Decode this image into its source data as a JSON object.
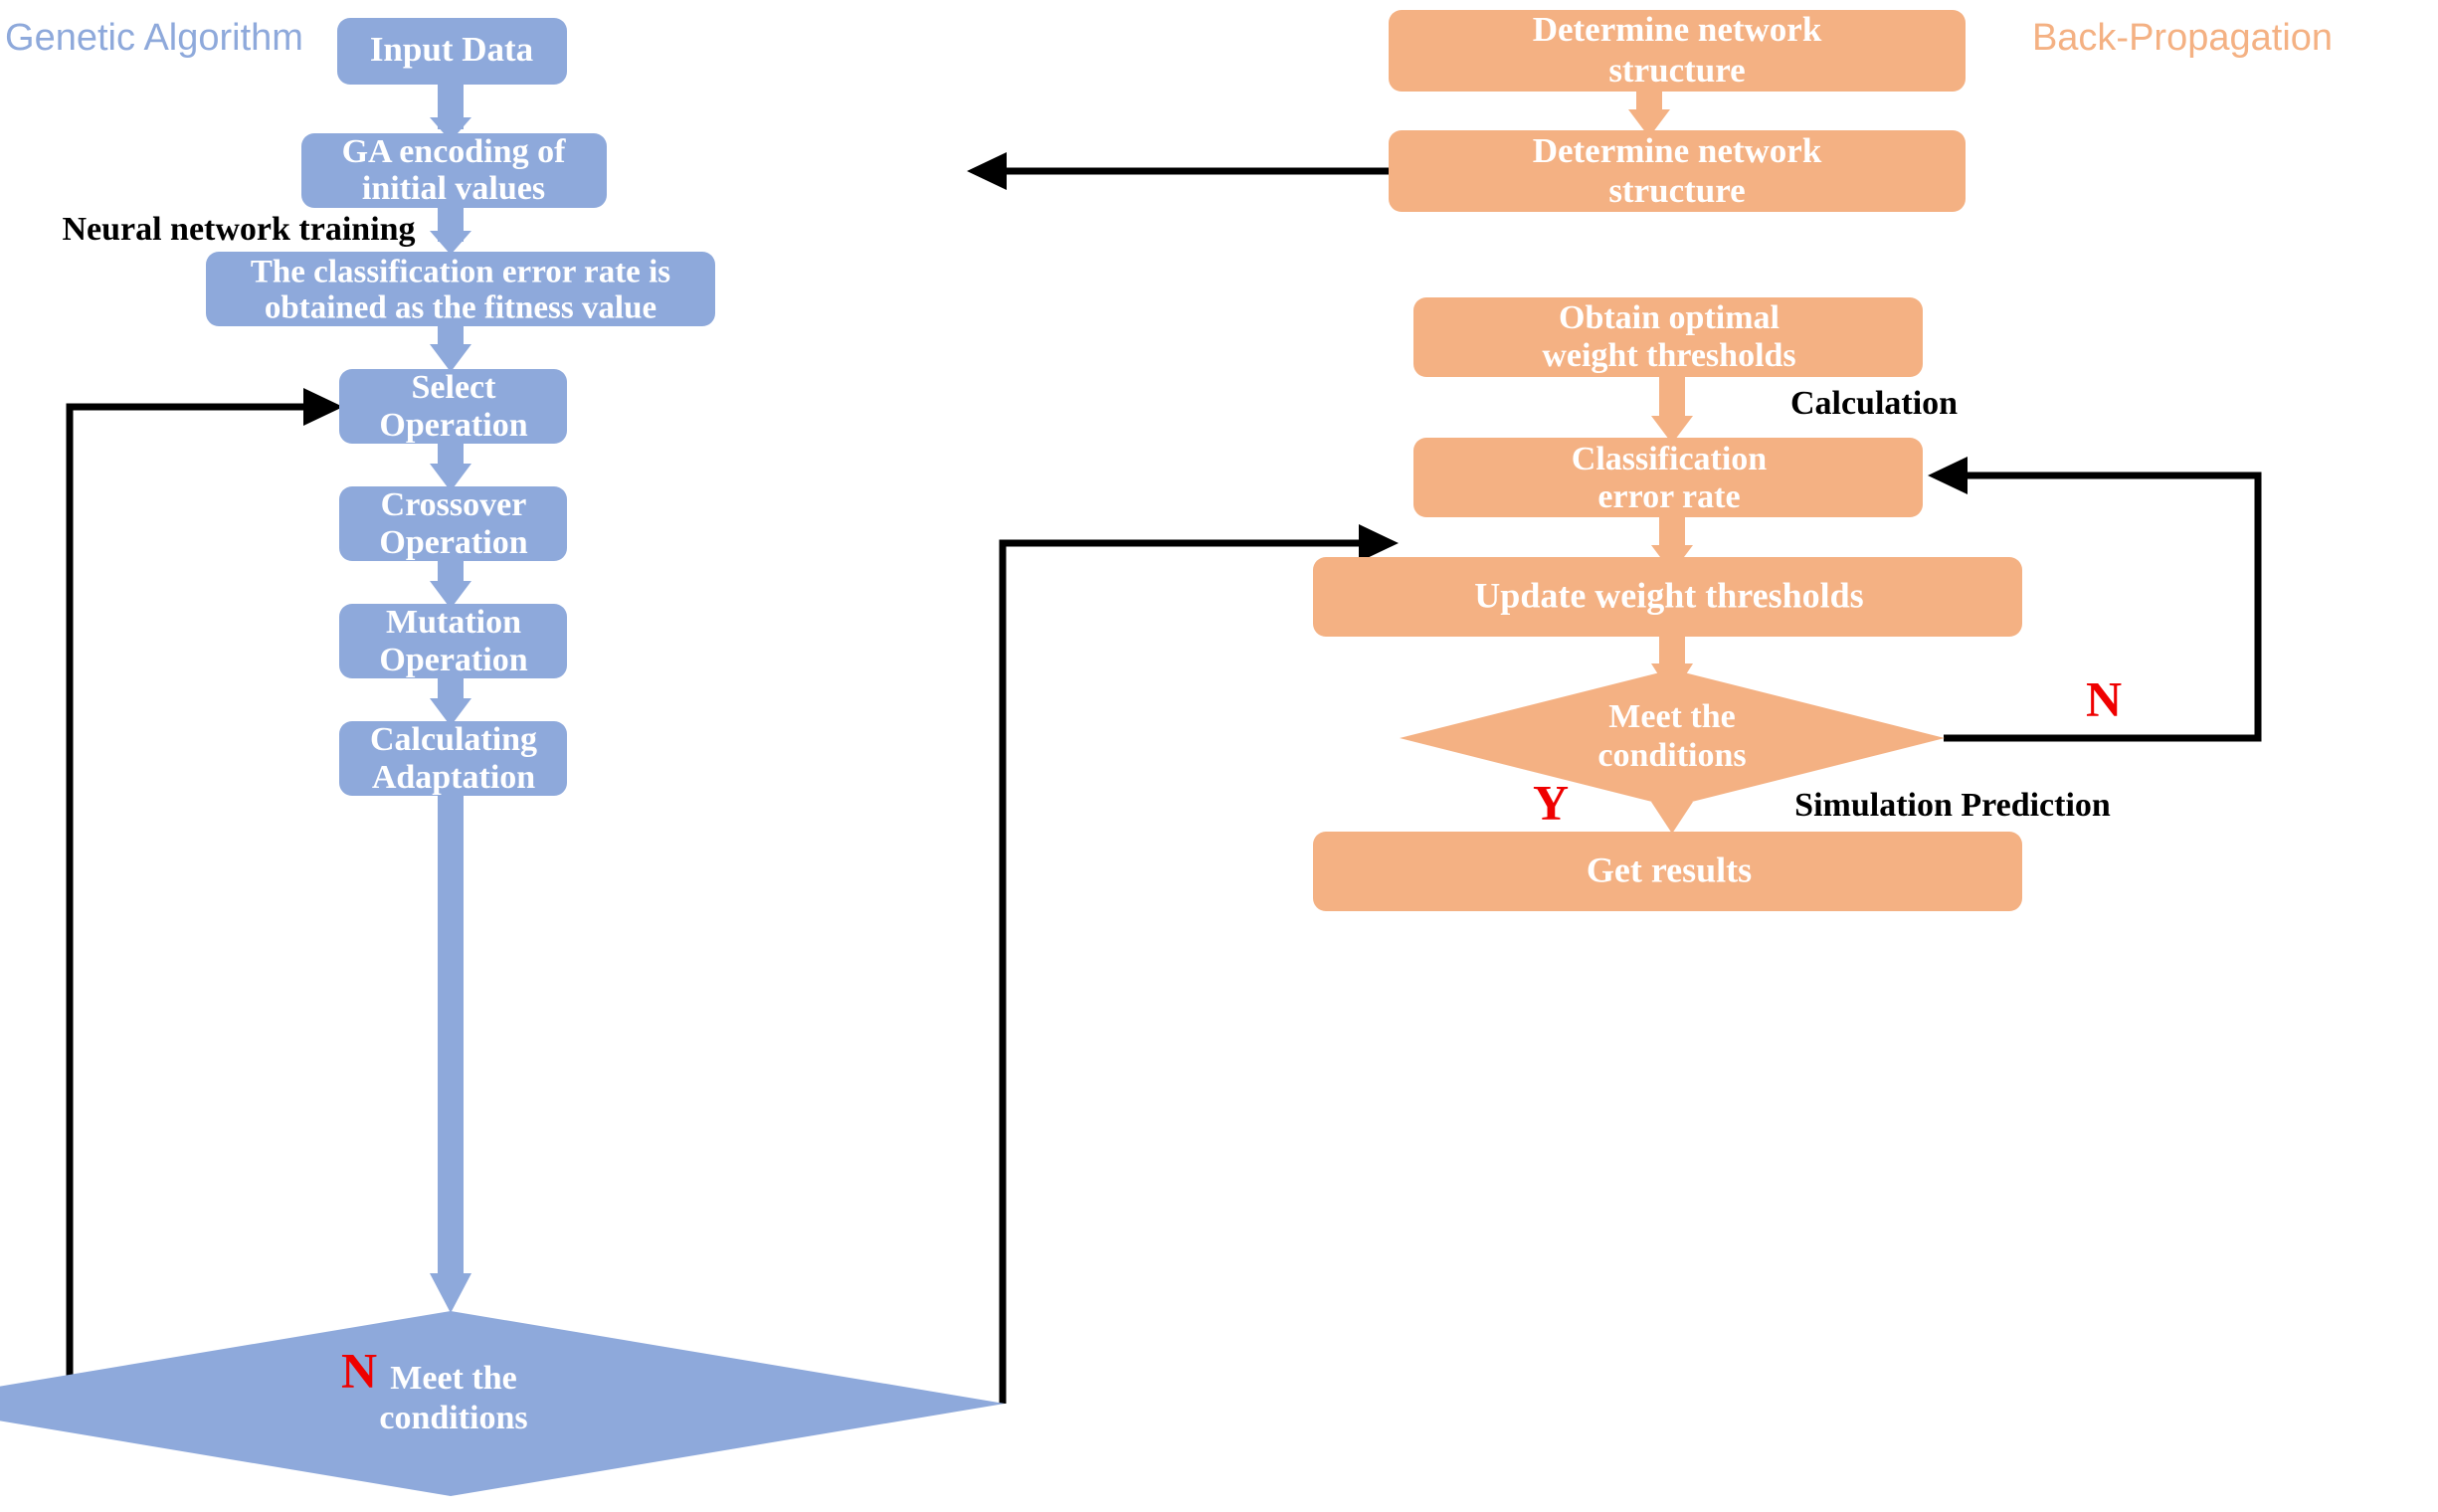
{
  "diagram": {
    "title": "GA-BP hybrid neural network training flowchart",
    "colors": {
      "ga_fill": "#8EA9DB",
      "bp_fill": "#F4B183",
      "node_text": "#ffffff",
      "annotation_text": "#000000",
      "branch_text": "#ef0000",
      "background": "#ffffff"
    },
    "side_titles": {
      "left": "Genetic  Algorithm",
      "right": "Back-Propagation"
    },
    "annotations": [
      {
        "id": "neural-network-training",
        "text": "Neural network training"
      },
      {
        "id": "calculation",
        "text": "Calculation"
      },
      {
        "id": "simulation-prediction",
        "text": "Simulation Prediction"
      }
    ],
    "branch_labels": [
      {
        "id": "ga-loop-no",
        "text": "N"
      },
      {
        "id": "bp-loop-no",
        "text": "N"
      },
      {
        "id": "bp-yes",
        "text": "Y"
      }
    ],
    "ga_nodes": [
      {
        "id": "input-data",
        "shape": "box",
        "line1": "Input Data",
        "line2": ""
      },
      {
        "id": "ga-encoding",
        "shape": "box",
        "line1": "GA encoding of",
        "line2": "initial values"
      },
      {
        "id": "fitness-value",
        "shape": "box",
        "line1": "The classification error rate is",
        "line2": "obtained as the fitness value"
      },
      {
        "id": "select-operation",
        "shape": "box",
        "line1": "Select",
        "line2": "Operation"
      },
      {
        "id": "crossover-operation",
        "shape": "box",
        "line1": "Crossover",
        "line2": "Operation"
      },
      {
        "id": "mutation-operation",
        "shape": "box",
        "line1": "Mutation",
        "line2": "Operation"
      },
      {
        "id": "calculating-adaptation",
        "shape": "box",
        "line1": "Calculating",
        "line2": "Adaptation"
      },
      {
        "id": "ga-meet-conditions",
        "shape": "diamond",
        "line1": "Meet the",
        "line2": "conditions"
      }
    ],
    "bp_nodes": [
      {
        "id": "determine-network-structure-1",
        "shape": "box",
        "line1": "Determine network",
        "line2": "structure"
      },
      {
        "id": "determine-network-structure-2",
        "shape": "box",
        "line1": "Determine network",
        "line2": "structure"
      },
      {
        "id": "obtain-optimal-weight-thresholds",
        "shape": "box",
        "line1": "Obtain optimal",
        "line2": "weight thresholds"
      },
      {
        "id": "classification-error-rate",
        "shape": "box",
        "line1": "Classification",
        "line2": "error rate"
      },
      {
        "id": "update-weight-thresholds",
        "shape": "box",
        "line1": "Update weight thresholds",
        "line2": ""
      },
      {
        "id": "bp-meet-conditions",
        "shape": "diamond",
        "line1": "Meet the",
        "line2": "conditions"
      },
      {
        "id": "get-results",
        "shape": "box",
        "line1": "Get results",
        "line2": ""
      }
    ]
  }
}
